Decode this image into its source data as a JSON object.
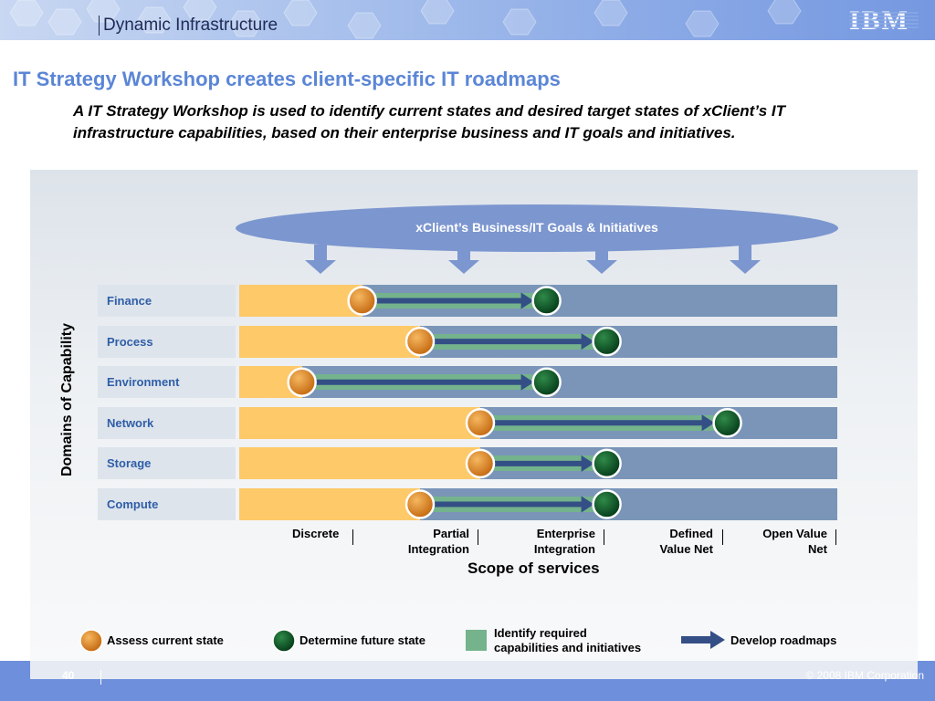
{
  "header": {
    "title": "Dynamic Infrastructure",
    "logo_text": "IBM"
  },
  "slide": {
    "title": "IT Strategy Workshop creates client-specific IT roadmaps",
    "subtitle": "A IT Strategy Workshop is used to identify current states and desired target states of xClient’s IT infrastructure capabilities, based on their enterprise business and IT goals and initiatives."
  },
  "diagram": {
    "goals_label": "xClient’s  Business/IT Goals & Initiatives",
    "y_axis_label": "Domains of Capability",
    "x_axis_label": "Scope of services",
    "scope_levels": [
      {
        "line1": "Discrete",
        "line2": ""
      },
      {
        "line1": "Partial",
        "line2": "Integration"
      },
      {
        "line1": "Enterprise",
        "line2": "Integration"
      },
      {
        "line1": "Defined",
        "line2": "Value Net"
      },
      {
        "line1": "Open Value",
        "line2": "Net"
      }
    ],
    "domains": [
      {
        "name": "Finance",
        "current": 1.02,
        "target": 2.55
      },
      {
        "name": "Process",
        "current": 1.5,
        "target": 3.05
      },
      {
        "name": "Environment",
        "current": 0.52,
        "target": 2.55
      },
      {
        "name": "Network",
        "current": 2.0,
        "target": 4.05
      },
      {
        "name": "Storage",
        "current": 2.0,
        "target": 3.05
      },
      {
        "name": "Compute",
        "current": 1.5,
        "target": 3.05
      }
    ],
    "colors": {
      "current_state": "#fdc969",
      "capabilities": "#74b38c",
      "scope_track": "#7a95b8",
      "arrow": "#344f86",
      "assess_marker": "#e08a22",
      "future_marker": "#0d5a2a"
    }
  },
  "legend": {
    "assess": "Assess current state",
    "determine": "Determine future state",
    "identify_line1": "Identify required",
    "identify_line2": "capabilities and initiatives",
    "develop": "Develop roadmaps"
  },
  "footer": {
    "page": "40",
    "copyright": "© 2008 IBM Corporation"
  }
}
